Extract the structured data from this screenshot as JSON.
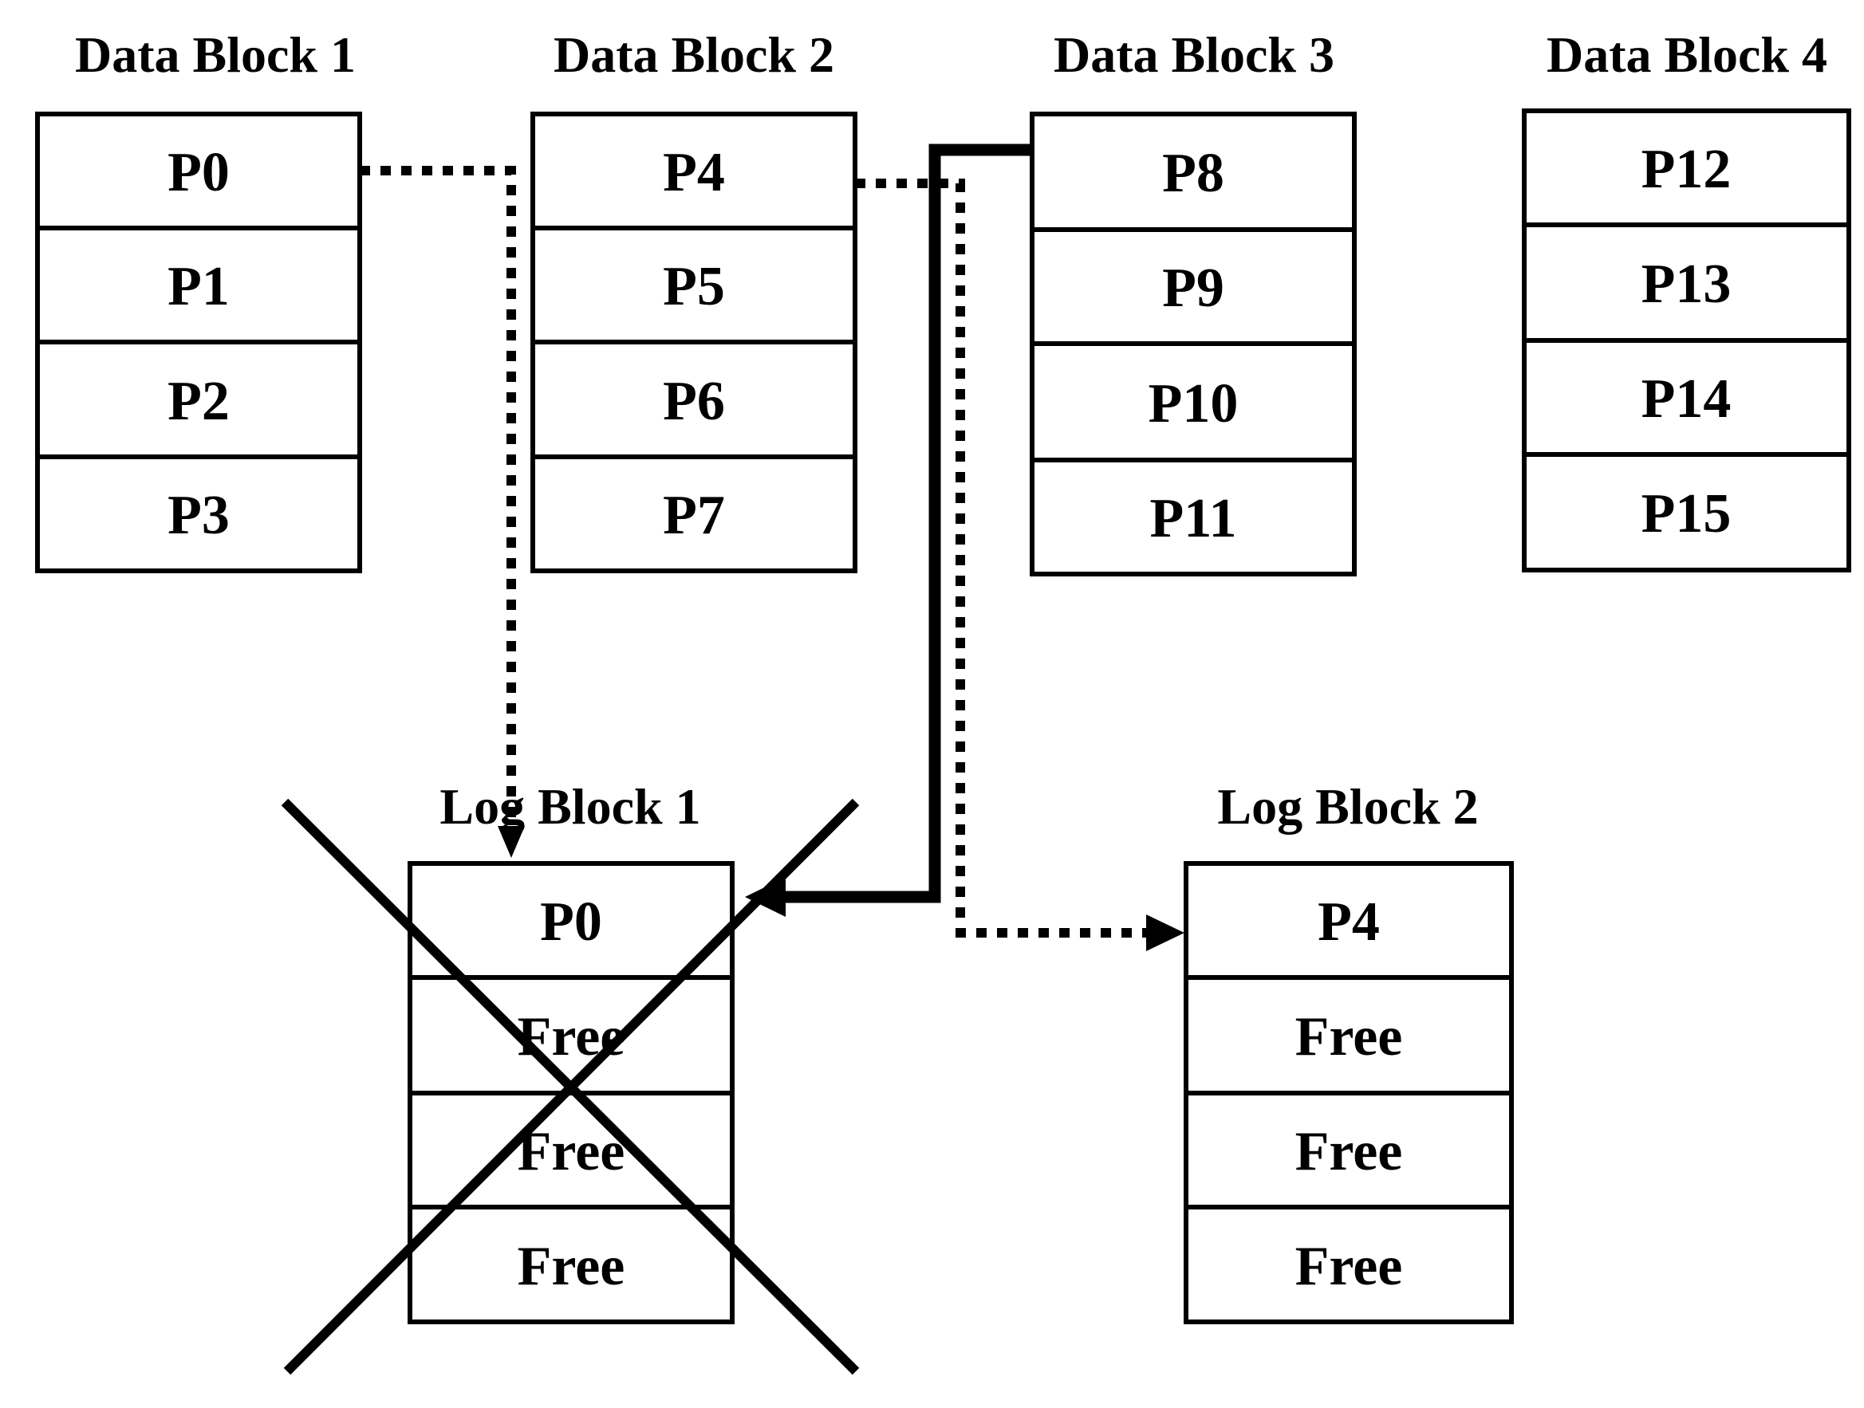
{
  "data_blocks": [
    {
      "title": "Data Block 1",
      "pages": [
        "P0",
        "P1",
        "P2",
        "P3"
      ]
    },
    {
      "title": "Data Block 2",
      "pages": [
        "P4",
        "P5",
        "P6",
        "P7"
      ]
    },
    {
      "title": "Data Block 3",
      "pages": [
        "P8",
        "P9",
        "P10",
        "P11"
      ]
    },
    {
      "title": "Data Block 4",
      "pages": [
        "P12",
        "P13",
        "P14",
        "P15"
      ]
    }
  ],
  "log_blocks": [
    {
      "title": "Log Block 1",
      "pages": [
        "P0",
        "Free",
        "Free",
        "Free"
      ],
      "crossed_out": true
    },
    {
      "title": "Log Block 2",
      "pages": [
        "P4",
        "Free",
        "Free",
        "Free"
      ],
      "crossed_out": false
    }
  ],
  "connectors": [
    {
      "from": "Data Block 1 / P0",
      "to": "Log Block 1 / P0",
      "style": "dotted"
    },
    {
      "from": "Data Block 2 / P4",
      "to": "Log Block 2 / P4",
      "style": "dotted"
    },
    {
      "from": "Data Block 3 / P8",
      "to": "Log Block 1 / P0",
      "style": "solid"
    }
  ]
}
